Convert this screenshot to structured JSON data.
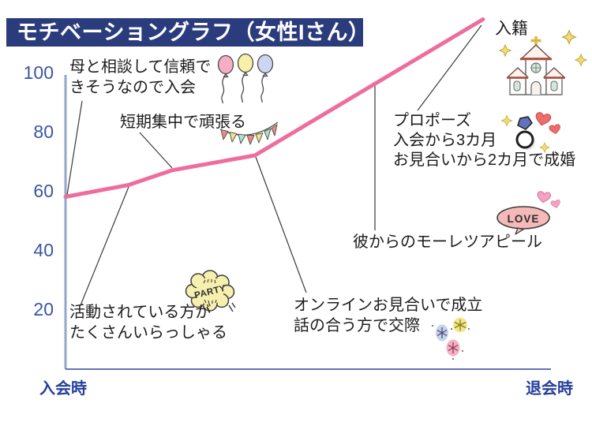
{
  "header": {
    "title": "モチベーショングラフ（女性Iさん）"
  },
  "chart_data": {
    "type": "line",
    "title": "モチベーショングラフ（女性Iさん）",
    "xlabel": "",
    "ylabel": "",
    "x_axis": {
      "left_label": "入会時",
      "right_label": "退会時"
    },
    "y_ticks": [
      100,
      80,
      60,
      40,
      20
    ],
    "ylim": [
      0,
      120
    ],
    "grid": false,
    "legend": "none",
    "series": [
      {
        "name": "モチベーション",
        "color": "#ee6d9e",
        "points": [
          {
            "x": 0.0,
            "value": 58
          },
          {
            "x": 0.13,
            "value": 62
          },
          {
            "x": 0.22,
            "value": 67
          },
          {
            "x": 0.39,
            "value": 72
          },
          {
            "x": 0.86,
            "value": 118
          }
        ]
      }
    ],
    "annotations": [
      {
        "id": "join",
        "text": "母と相談して信頼で\nきそうなので入会"
      },
      {
        "id": "effort",
        "text": "短期集中で頑張る"
      },
      {
        "id": "members",
        "text": "活動されている方が\nたくさんいらっしゃる"
      },
      {
        "id": "online",
        "text": "オンラインお見合いで成立\n話の合う方で交際"
      },
      {
        "id": "appeal",
        "text": "彼からのモーレツアピール"
      },
      {
        "id": "propose",
        "text": "プロポーズ\n入会から3カ月\nお見合いから2カ月で成婚"
      },
      {
        "id": "marriage",
        "text": "入籍"
      }
    ]
  },
  "icons": {
    "party_label": "PARTY",
    "love_label": "LOVE"
  },
  "colors": {
    "line_pink": "#ee6d9e",
    "banner_navy": "#2b3c7d",
    "axis_tick_blue": "#3a55a3",
    "axis_label_blue": "#26409b"
  }
}
